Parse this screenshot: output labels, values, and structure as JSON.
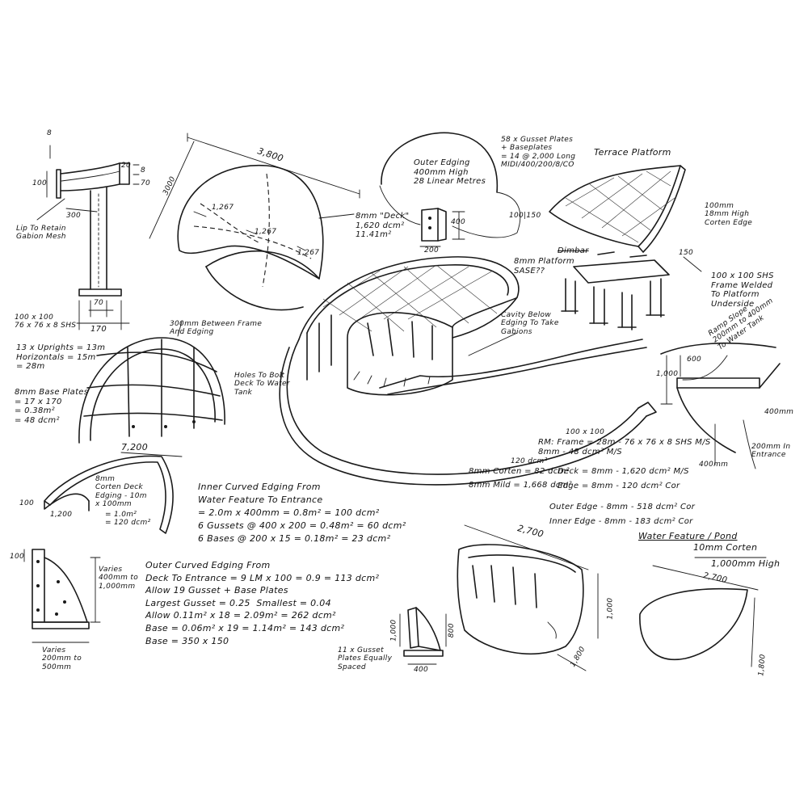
{
  "notes": {
    "bracket_top_dim": "8",
    "bracket_dim_100": "100",
    "bracket_dim_20": "20",
    "bracket_dim_8": "8",
    "bracket_dim_70": "70",
    "bracket_dim_300": "300",
    "bracket_lip": "Lip To Retain\nGabion Mesh",
    "bracket_base_70": "70",
    "bracket_base_170": "170",
    "deck_dim_3800": "3,800",
    "deck_dim_3000": "3000",
    "deck_1267_a": "1,267",
    "deck_1267_b": "1,267",
    "deck_1267_c": "1,267",
    "deck_note": "8mm \"Deck\"\n1,620 dcm²\n11.41m²",
    "outer_edging": "Outer Edging\n400mm High\n28 Linear Metres",
    "gusset_plates": "58 x Gusset Plates\n+ Baseplates\n= 14 @ 2,000 Long\nMIDI/400/200/8/CO",
    "gusset_400": "400",
    "gusset_200": "200",
    "dim_100_150": "100|150",
    "terrace_title": "Terrace Platform",
    "corten_edge": "100mm\n18mm High\nCorten Edge",
    "dim_150": "150",
    "platform_sase": "8mm Platform\nSASE??",
    "platform_struck": "Dimbar",
    "shs_frame": "100 x 100 SHS\nFrame Welded\nTo Platform\nUnderside",
    "cavity_below": "Cavity Below\nEdging To Take\nGabions",
    "shs_spec": "100 x 100\n76 x 76 x 8 SHS",
    "uprights": "13 x Uprights = 13m\nHorizontals = 15m\n= 28m",
    "base_plates": "8mm Base Plates\n= 17 x 170\n= 0.38m²\n= 48 dcm²",
    "between_frame": "300mm Between Frame\nAnd Edging",
    "holes_bolt": "Holes To Bolt\nDeck To Water\nTank",
    "ramp_slope": "Ramp Slope\n200mm to 400mm\nTo Water Tank",
    "ramp_600": "600",
    "ramp_1000": "1,000",
    "ramp_400mm_a": "400mm",
    "ramp_400mm_b": "400mm",
    "ramp_entrance": "200mm In\nEntrance",
    "rm_dim": "100 x 100",
    "rm_frame": "RM: Frame = 28m - 76 x 76 x 8 SHS M/S\n8mm - 48 dcm² M/S",
    "corten_deck_line": "8mm Corten = 82 dcm²",
    "mild_line": "8mm Mild = 1,668 dcm²",
    "deck_line": "Deck = 8mm - 1,620 dcm² M/S",
    "edge_line": "Edge = 8mm - 120 dcm² Cor",
    "dcm120": "120 dcm²",
    "outer_edge_line": "Outer Edge - 8mm - 518 dcm² Cor",
    "inner_edge_line": "Inner Edge - 8mm - 183 dcm² Cor",
    "water_feature": "Water Feature / Pond",
    "curve_7200": "7,200",
    "curve_corten": "8mm\nCorten Deck\nEdging - 10m\nx 100mm",
    "curve_areas": "= 1.0m²\n= 120 dcm²",
    "curve_100": "100",
    "curve_1200": "1,200",
    "inner_curved": "Inner Curved Edging From\nWater Feature To Entrance\n= 2.0m x 400mm = 0.8m² = 100 dcm²\n6 Gussets @ 400 x 200 = 0.48m² = 60 dcm²\n6 Bases @ 200 x 15 = 0.18m² = 23 dcm²",
    "outer_curved": "Outer Curved Edging From\nDeck To Entrance = 9 LM x 100 = 0.9 = 113 dcm²\nAllow 19 Gusset + Base Plates\nLargest Gusset = 0.25  Smallest = 0.04\nAllow 0.11m² x 18 = 2.09m² = 262 dcm²\nBase = 0.06m² x 19 = 1.14m² = 143 dcm²\nBase = 350 x 150",
    "gusset_100": "100",
    "gusset_varies_h": "Varies\n400mm to\n1,000mm",
    "gusset_varies_w": "Varies\n200mm to\n500mm",
    "tank_2700": "2,700",
    "tank_1000": "1,000",
    "tank_1800": "1,800",
    "tank_gusset_1000": "1,000",
    "tank_gusset_800": "800",
    "tank_gusset_400": "400",
    "tank_gussets": "11 x Gusset\nPlates Equally\nSpaced",
    "pond_corten": "10mm Corten",
    "pond_high": "1,000mm High",
    "pond_2700": "2,700",
    "pond_1800": "1,800"
  }
}
